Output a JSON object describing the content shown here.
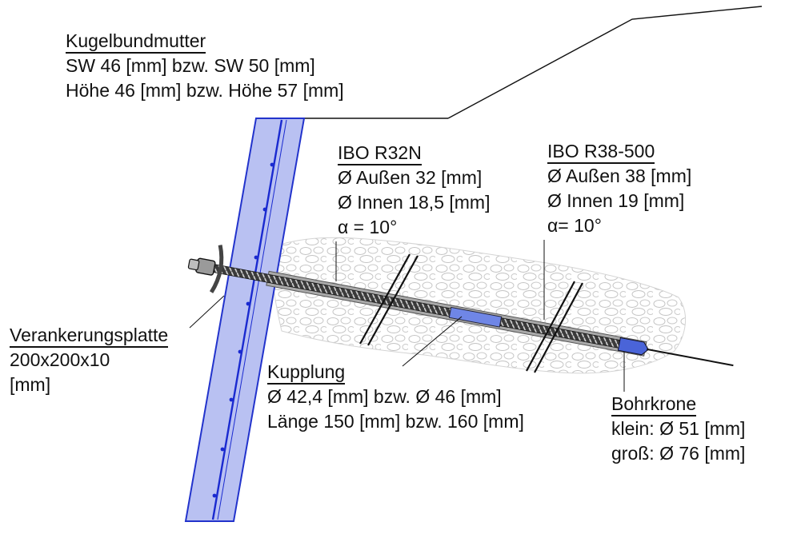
{
  "colors": {
    "wall_fill": "#b9c1f2",
    "wall_edge": "#2233cc",
    "rebar": "#1a2ad0",
    "anchor_sheath": "#a9a9a9",
    "thread": "#222222",
    "coupling": "#6f86e6",
    "drill_bit": "#4a64d8",
    "rock": "#d0d0d0",
    "line": "#111111"
  },
  "labels": {
    "nut": {
      "title": "Kugelbundmutter",
      "lines": [
        "SW 46 [mm] bzw. SW 50 [mm]",
        "Höhe 46 [mm] bzw. Höhe 57 [mm]"
      ]
    },
    "r32": {
      "title": "IBO R32N",
      "lines": [
        "Ø Außen 32 [mm]",
        "Ø Innen 18,5 [mm]",
        "α = 10°"
      ]
    },
    "r38": {
      "title": "IBO R38-500",
      "lines": [
        "Ø Außen 38 [mm]",
        "Ø Innen 19 [mm]",
        "α= 10°"
      ]
    },
    "plate": {
      "title": "Verankerungsplatte",
      "lines": [
        "200x200x10",
        "[mm]"
      ]
    },
    "coupling": {
      "title": "Kupplung",
      "lines": [
        "Ø 42,4 [mm] bzw. Ø 46 [mm]",
        "Länge 150 [mm] bzw. 160 [mm]"
      ]
    },
    "bit": {
      "title": "Bohrkrone",
      "lines": [
        "klein: Ø 51 [mm]",
        "groß: Ø 76 [mm]"
      ]
    }
  }
}
